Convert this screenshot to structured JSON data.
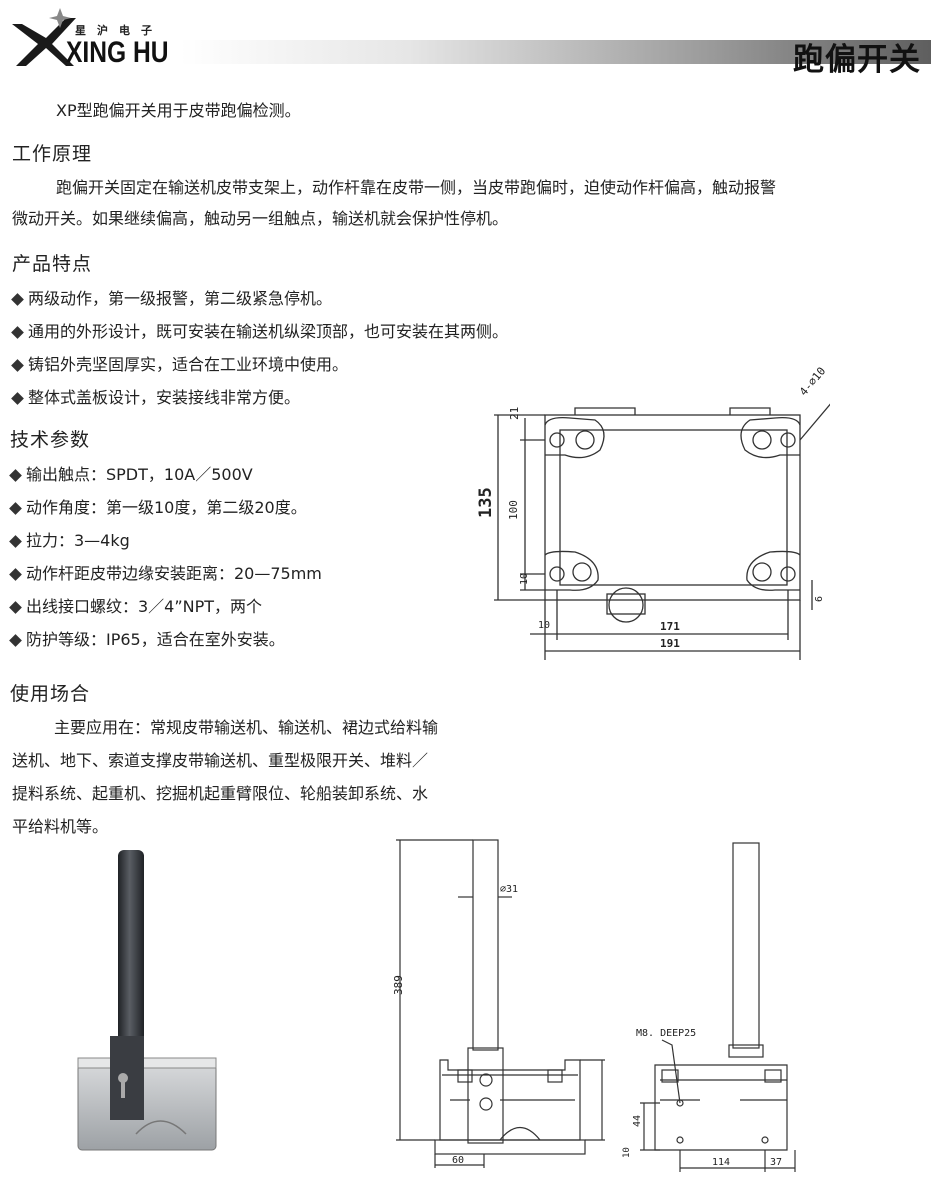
{
  "header": {
    "brand_cn": "星沪电子",
    "brand_en": "XING HU",
    "title": "跑偏开关"
  },
  "intro": "XP型跑偏开关用于皮带跑偏检测。",
  "sections": {
    "principle": {
      "heading": "工作原理",
      "line1": "跑偏开关固定在输送机皮带支架上，动作杆靠在皮带一侧，当皮带跑偏时，迫使动作杆偏高，触动报警",
      "line2": "微动开关。如果继续偏高，触动另一组触点，输送机就会保护性停机。"
    },
    "features": {
      "heading": "产品特点",
      "items": [
        "两级动作，第一级报警，第二级紧急停机。",
        "通用的外形设计，既可安装在输送机纵梁顶部，也可安装在其两侧。",
        "铸铝外壳坚固厚实，适合在工业环境中使用。",
        "整体式盖板设计，安装接线非常方便。"
      ]
    },
    "specs": {
      "heading": "技术参数",
      "items": [
        "输出触点：SPDT，10A／500V",
        "动作角度：第一级10度，第二级20度。",
        "拉力：3—4kg",
        "动作杆距皮带边缘安装距离：20—75mm",
        "出线接口螺纹：3／4”NPT，两个",
        "防护等级：IP65，适合在室外安装。"
      ]
    },
    "usage": {
      "heading": "使用场合",
      "line1": "主要应用在：常规皮带输送机、输送机、裙边式给料输",
      "line2": "送机、地下、索道支撑皮带输送机、重型极限开关、堆料／",
      "line3": "提料系统、起重机、挖掘机起重臂限位、轮船装卸系统、水",
      "line4": "平给料机等。"
    }
  },
  "drawing_top": {
    "dim_hole": "4-∅10",
    "dim_21": "21",
    "dim_135": "135",
    "dim_100": "100",
    "dim_10_left": "10",
    "dim_6": "6",
    "dim_10_bottom": "10",
    "dim_171": "171",
    "dim_191": "191"
  },
  "drawing_front": {
    "dim_rod": "∅31",
    "dim_389": "389",
    "dim_60": "60"
  },
  "drawing_side": {
    "thread_note": "M8. DEEP25",
    "dim_44": "44",
    "dim_10": "10",
    "dim_114": "114",
    "dim_37": "37"
  },
  "colors": {
    "text": "#222222",
    "line": "#333333",
    "photo_rod": "#3a3d42",
    "photo_housing": "#b5b8bb"
  }
}
